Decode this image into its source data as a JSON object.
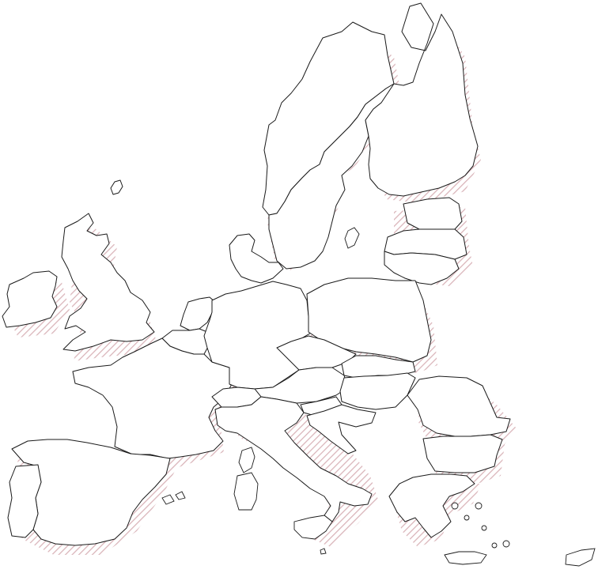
{
  "map": {
    "hatch_color": "#d9b3b8",
    "outline_color": "#1a1a1a",
    "fill_color": "#ffffff",
    "regions": [
      "iceland",
      "ireland",
      "united-kingdom",
      "norway",
      "sweden",
      "finland",
      "estonia",
      "latvia",
      "lithuania",
      "denmark",
      "netherlands",
      "belgium",
      "luxembourg",
      "france",
      "germany",
      "poland",
      "czechia",
      "slovakia",
      "austria",
      "switzerland",
      "hungary",
      "slovenia",
      "croatia",
      "romania",
      "bulgaria",
      "greece",
      "italy",
      "spain",
      "portugal",
      "corsica",
      "sardinia",
      "sicily",
      "balearic-islands",
      "crete",
      "cyprus",
      "malta",
      "gotland"
    ]
  }
}
